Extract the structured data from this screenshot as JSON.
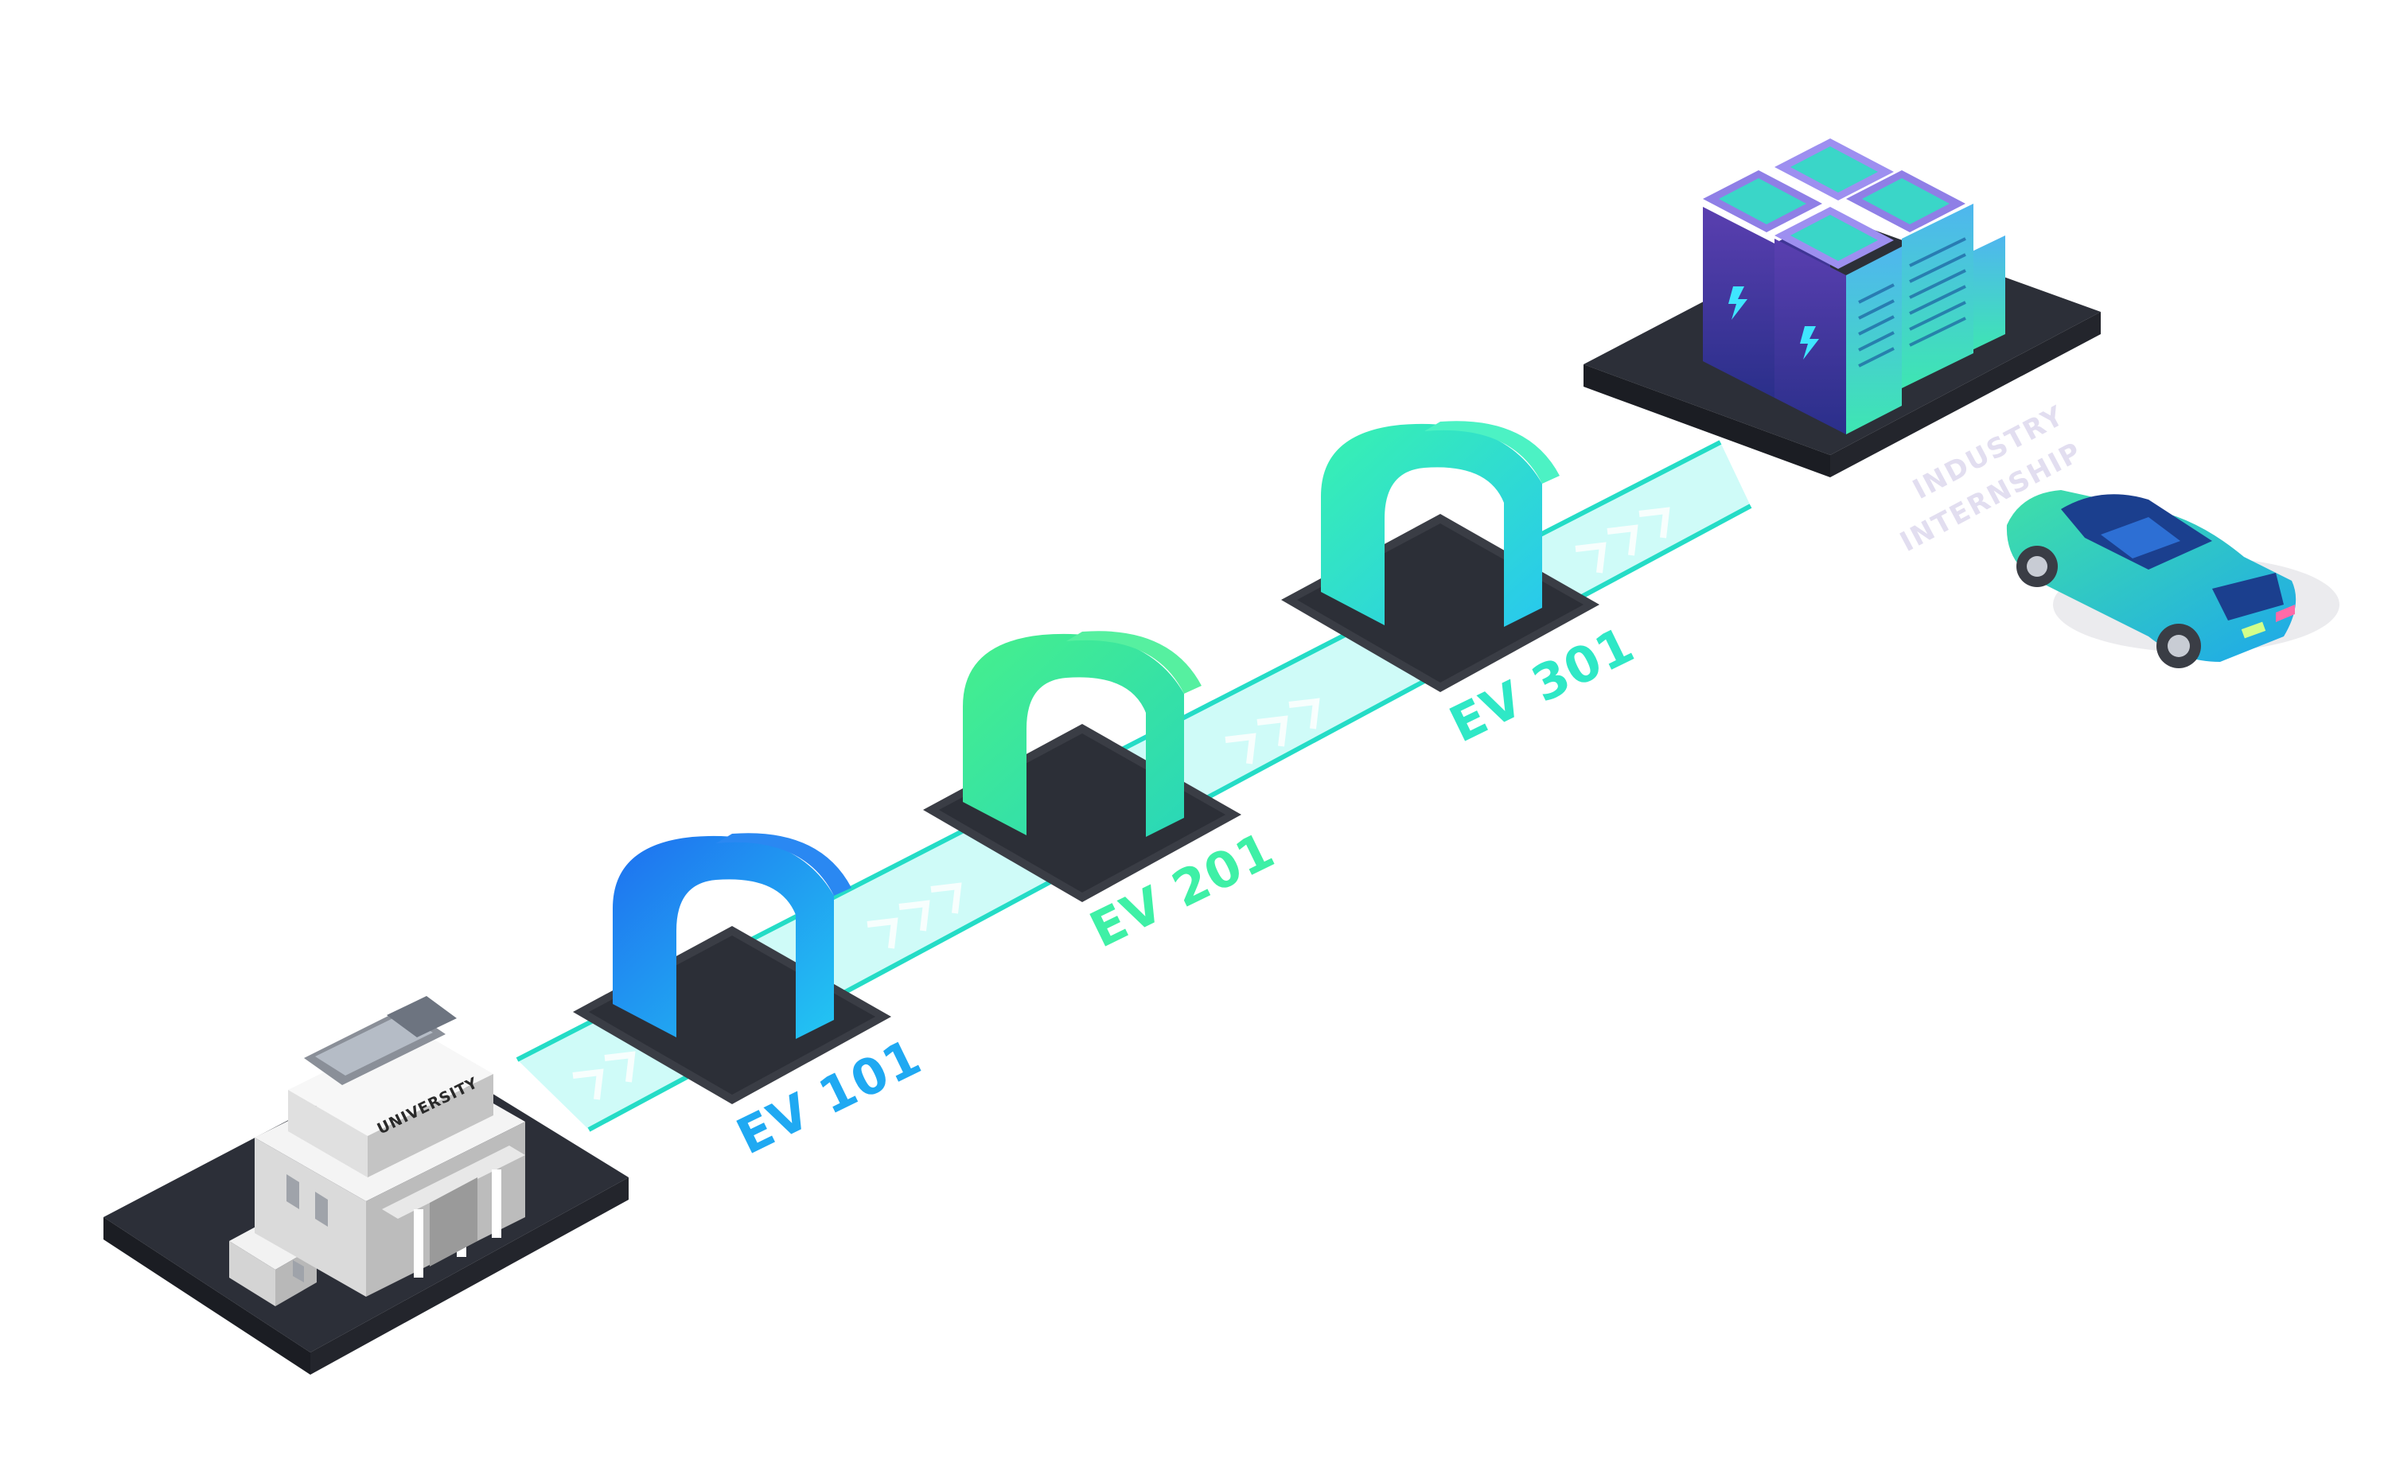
{
  "start": {
    "sign": "UNIVERSITY",
    "icon": "university-building-icon"
  },
  "stages": [
    {
      "label": "EV 101",
      "color": "#1fa7f2"
    },
    {
      "label": "EV 201",
      "color": "#3df0a8"
    },
    {
      "label": "EV 301",
      "color": "#2fe6c4"
    }
  ],
  "end": {
    "label_line1": "INDUSTRY",
    "label_line2": "INTERNSHIP",
    "label_color": "#e4e0f2",
    "server_icon": "server-rack-icon",
    "car_icon": "electric-car-icon"
  },
  "colors": {
    "platform": "#2f323b",
    "track": "#1ee0c8",
    "track_glow": "#bdfaf8",
    "stage_blue": "#1a8ff0",
    "stage_green": "#36ef9c",
    "stage_teal": "#2fe9c8",
    "server_purple": "#4a3ea8",
    "car_body": "#28c8e6"
  }
}
